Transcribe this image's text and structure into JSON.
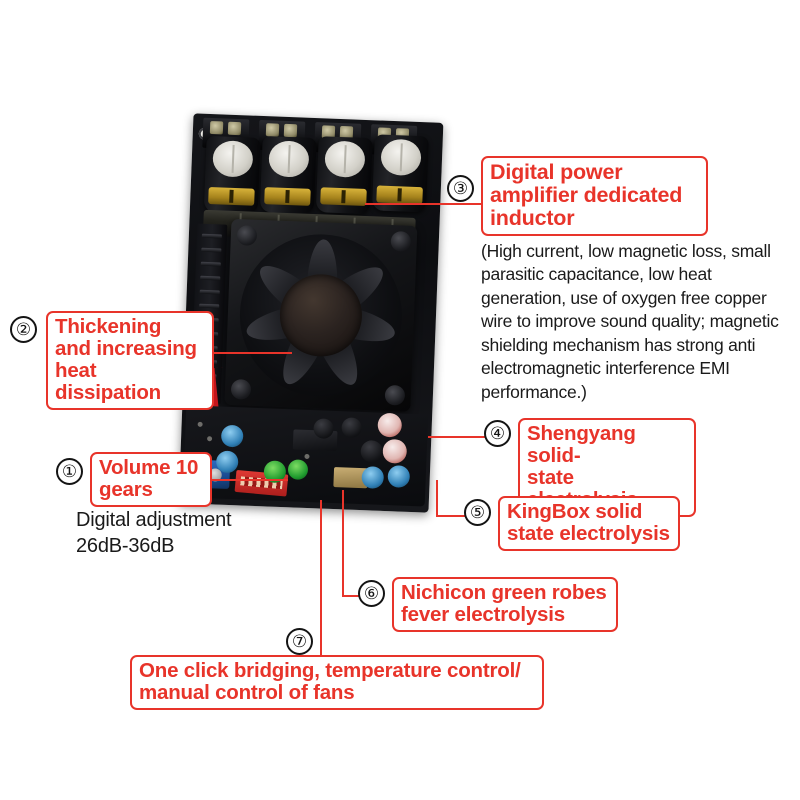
{
  "document": {
    "kind": "annotated-product-photo",
    "subject": "digital power amplifier board",
    "accent_color": "#e8342a",
    "text_color": "#1a1a1a",
    "background_color": "#ffffff"
  },
  "annotations": [
    {
      "number": "①",
      "id": "volume",
      "callout": "Volume 10\ngears",
      "line1": "Volume 10",
      "line2": "gears",
      "subtext_line1": "Digital adjustment",
      "subtext_line2": "26dB-36dB",
      "target": "blue trimmer potentiometer"
    },
    {
      "number": "②",
      "id": "heatsink",
      "line1": "Thickening",
      "line2": "and increasing",
      "line3": "heat dissipation",
      "target": "finned heatsink"
    },
    {
      "number": "③",
      "id": "inductor",
      "line1": "Digital power",
      "line2": "amplifier dedicated",
      "line3": "inductor",
      "body": "(High current, low magnetic loss, small parasitic capacitance, low heat generation, use of oxygen free copper wire to improve sound quality; magnetic shielding mechanism has strong anti electromagnetic interference EMI performance.)",
      "target": "power inductor"
    },
    {
      "number": "④",
      "id": "shengyang",
      "line1": "Shengyang solid-",
      "line2": "state electrolysis",
      "target": "red-topped solid capacitors"
    },
    {
      "number": "⑤",
      "id": "kingbox",
      "line1": "KingBox solid",
      "line2": "state electrolysis",
      "target": "blue-topped solid capacitors"
    },
    {
      "number": "⑥",
      "id": "nichicon",
      "line1": "Nichicon green robes",
      "line2": "fever electrolysis",
      "target": "green electrolytic capacitors"
    },
    {
      "number": "⑦",
      "id": "dipswitch",
      "line1": "One click bridging, temperature control/",
      "line2": "manual control of fans",
      "target": "red DIP switch block"
    }
  ],
  "board": {
    "label": "amplifier-board-photo",
    "capacitor_count": 4,
    "fan_blade_count": 7,
    "terminal_block_count": 4
  }
}
